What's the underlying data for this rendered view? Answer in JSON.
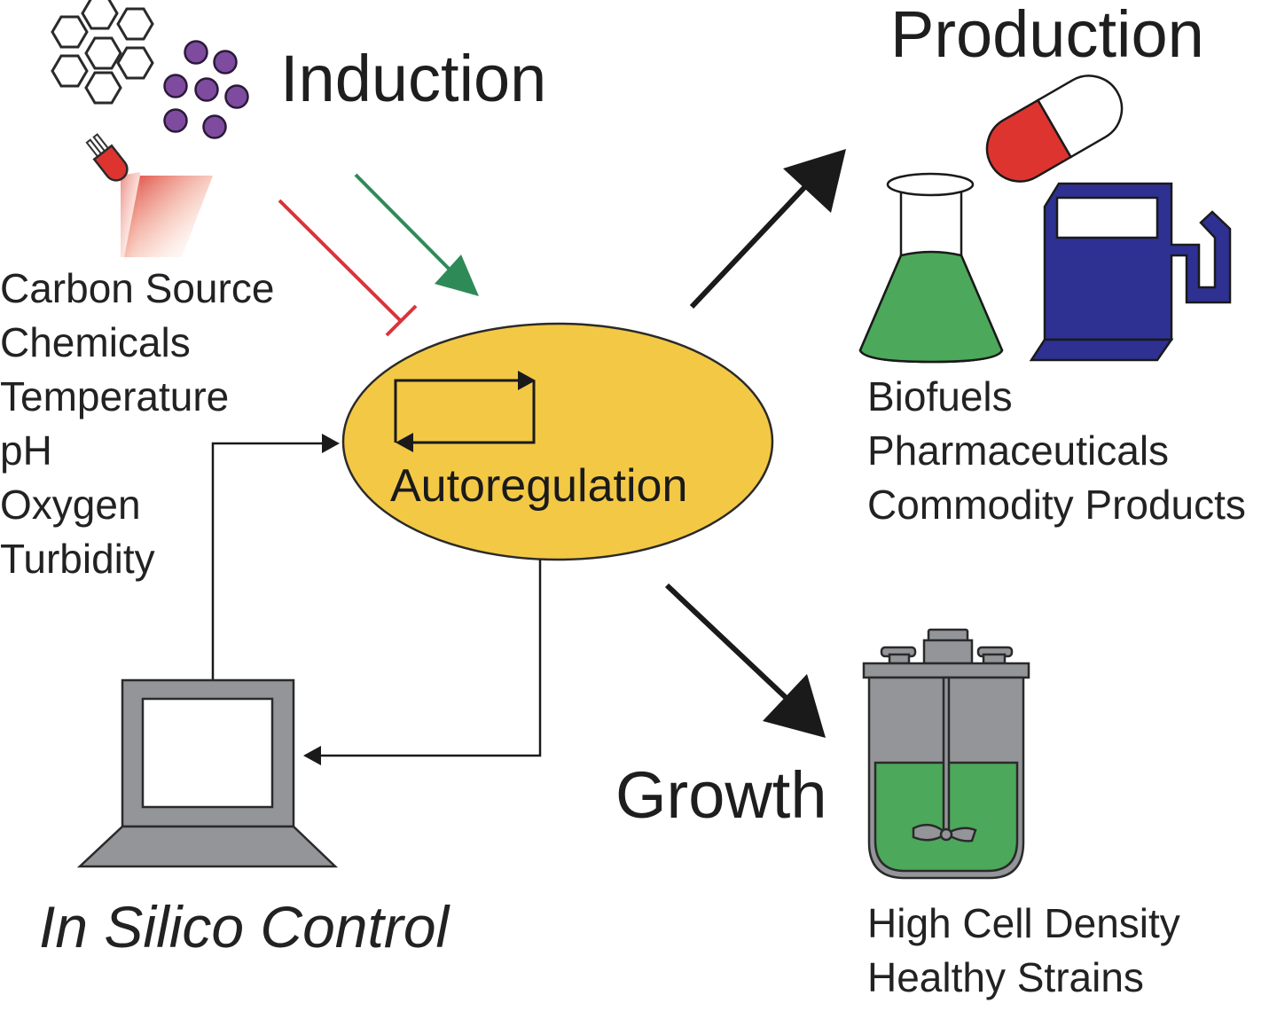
{
  "diagram": {
    "center": {
      "label": "Autoregulation",
      "fill": "#f3c845"
    },
    "induction": {
      "title": "Induction",
      "inputs": [
        "Carbon Source",
        "Chemicals",
        "Temperature",
        "pH",
        "Oxygen",
        "Turbidity"
      ],
      "activation_color": "#2e8b57",
      "repression_color": "#d9343a"
    },
    "production": {
      "title": "Production",
      "items": [
        "Biofuels",
        "Pharmaceuticals",
        "Commodity Products"
      ]
    },
    "growth": {
      "title": "Growth",
      "items": [
        "High Cell Density",
        "Healthy Strains"
      ]
    },
    "control": {
      "title": "In Silico Control"
    },
    "colors": {
      "ellipse": "#f3c845",
      "molecule_purple": "#7e4b9f",
      "flask_green": "#4ca85a",
      "pump_blue": "#2e3192",
      "pill_red": "#dd3430",
      "gray": "#939598",
      "bioreactor_liquid": "#4ca85a"
    }
  }
}
